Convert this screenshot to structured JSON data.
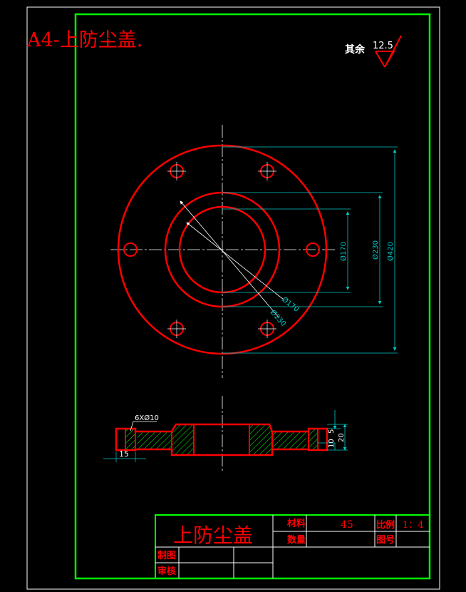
{
  "heading": "A4-上防尘盖.",
  "roughness": {
    "label": "其余",
    "value": "12.5"
  },
  "plan_view": {
    "dim_170": "Ø170",
    "dim_230": "Ø230",
    "dim_420": "Ø420",
    "leader_170": "Ø170",
    "leader_230": "Ø230"
  },
  "section_view": {
    "hole_label": "6XØ10",
    "dim_15": "15",
    "dim_5": "5",
    "dim_10": "10",
    "dim_20": "20"
  },
  "title_block": {
    "part_name": "上防尘盖",
    "material_label": "材料",
    "material_value": "45",
    "scale_label": "比例",
    "scale_value": "1：4",
    "quantity_label": "数量",
    "drawing_no_label": "图号",
    "drawn_by_label": "制图",
    "checked_by_label": "审核"
  },
  "colors": {
    "background": "#000000",
    "frame": "#00ff00",
    "geometry": "#ff0000",
    "dimension": "#00c8c8",
    "centerline": "#ffffff"
  }
}
